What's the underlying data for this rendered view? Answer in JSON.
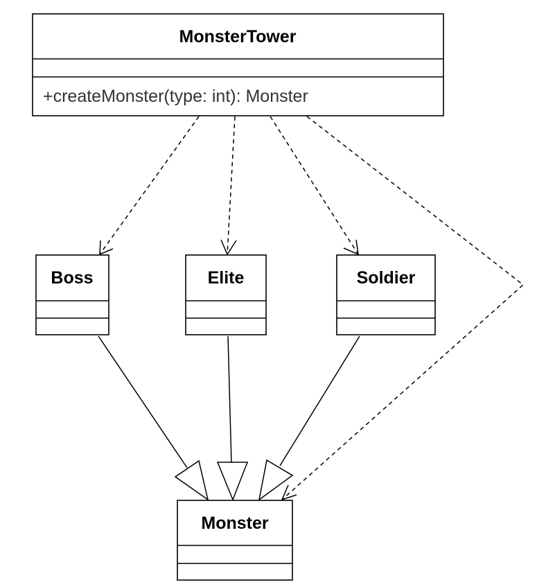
{
  "diagram": {
    "type": "uml-class-diagram",
    "classes": [
      {
        "id": "MonsterTower",
        "name": "MonsterTower",
        "attributes": [],
        "methods": [
          "+createMonster(type: int): Monster"
        ]
      },
      {
        "id": "Boss",
        "name": "Boss",
        "attributes": [],
        "methods": []
      },
      {
        "id": "Elite",
        "name": "Elite",
        "attributes": [],
        "methods": []
      },
      {
        "id": "Soldier",
        "name": "Soldier",
        "attributes": [],
        "methods": []
      },
      {
        "id": "Monster",
        "name": "Monster",
        "attributes": [],
        "methods": []
      }
    ],
    "relationships": [
      {
        "kind": "dependency",
        "from": "MonsterTower",
        "to": "Boss"
      },
      {
        "kind": "dependency",
        "from": "MonsterTower",
        "to": "Elite"
      },
      {
        "kind": "dependency",
        "from": "MonsterTower",
        "to": "Soldier"
      },
      {
        "kind": "dependency",
        "from": "MonsterTower",
        "to": "Monster"
      },
      {
        "kind": "generalization",
        "from": "Boss",
        "to": "Monster"
      },
      {
        "kind": "generalization",
        "from": "Elite",
        "to": "Monster"
      },
      {
        "kind": "generalization",
        "from": "Soldier",
        "to": "Monster"
      }
    ]
  }
}
